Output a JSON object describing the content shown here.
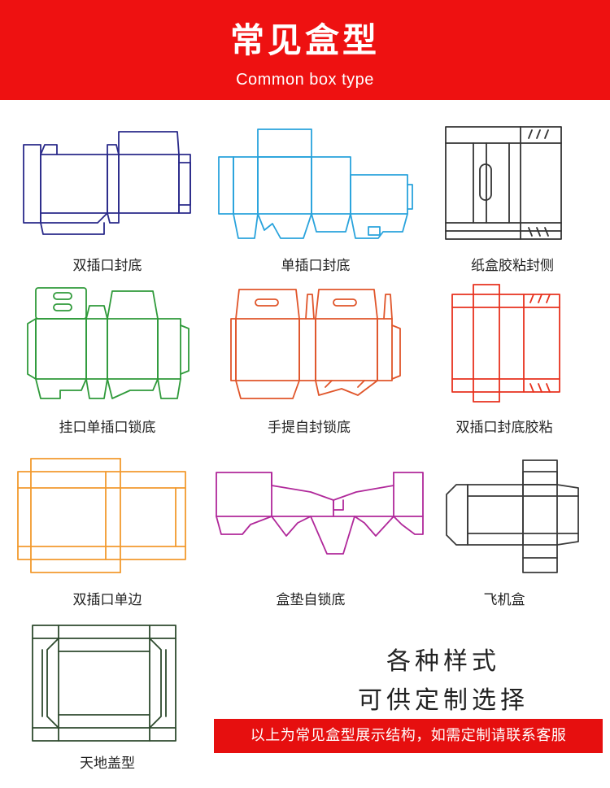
{
  "header": {
    "title": "常见盒型",
    "subtitle": "Common box type"
  },
  "boxes": [
    {
      "label": "双插口封底",
      "color": "#2a2a8a"
    },
    {
      "label": "单插口封底",
      "color": "#29a3dc"
    },
    {
      "label": "纸盒胶粘封侧",
      "color": "#333333"
    },
    {
      "label": "挂口单插口锁底",
      "color": "#2f9a3a"
    },
    {
      "label": "手提自封锁底",
      "color": "#e0552a"
    },
    {
      "label": "双插口封底胶粘",
      "color": "#e8321e"
    },
    {
      "label": "双插口单边",
      "color": "#f29a2e"
    },
    {
      "label": "盒垫自锁底",
      "color": "#b0289a"
    },
    {
      "label": "飞机盒",
      "color": "#3a3a3a"
    },
    {
      "label": "天地盖型",
      "color": "#2e4a2e"
    }
  ],
  "promo": {
    "line1": "各种样式",
    "line2": "可供定制选择"
  },
  "notice": "以上为常见盒型展示结构，如需定制请联系客服"
}
